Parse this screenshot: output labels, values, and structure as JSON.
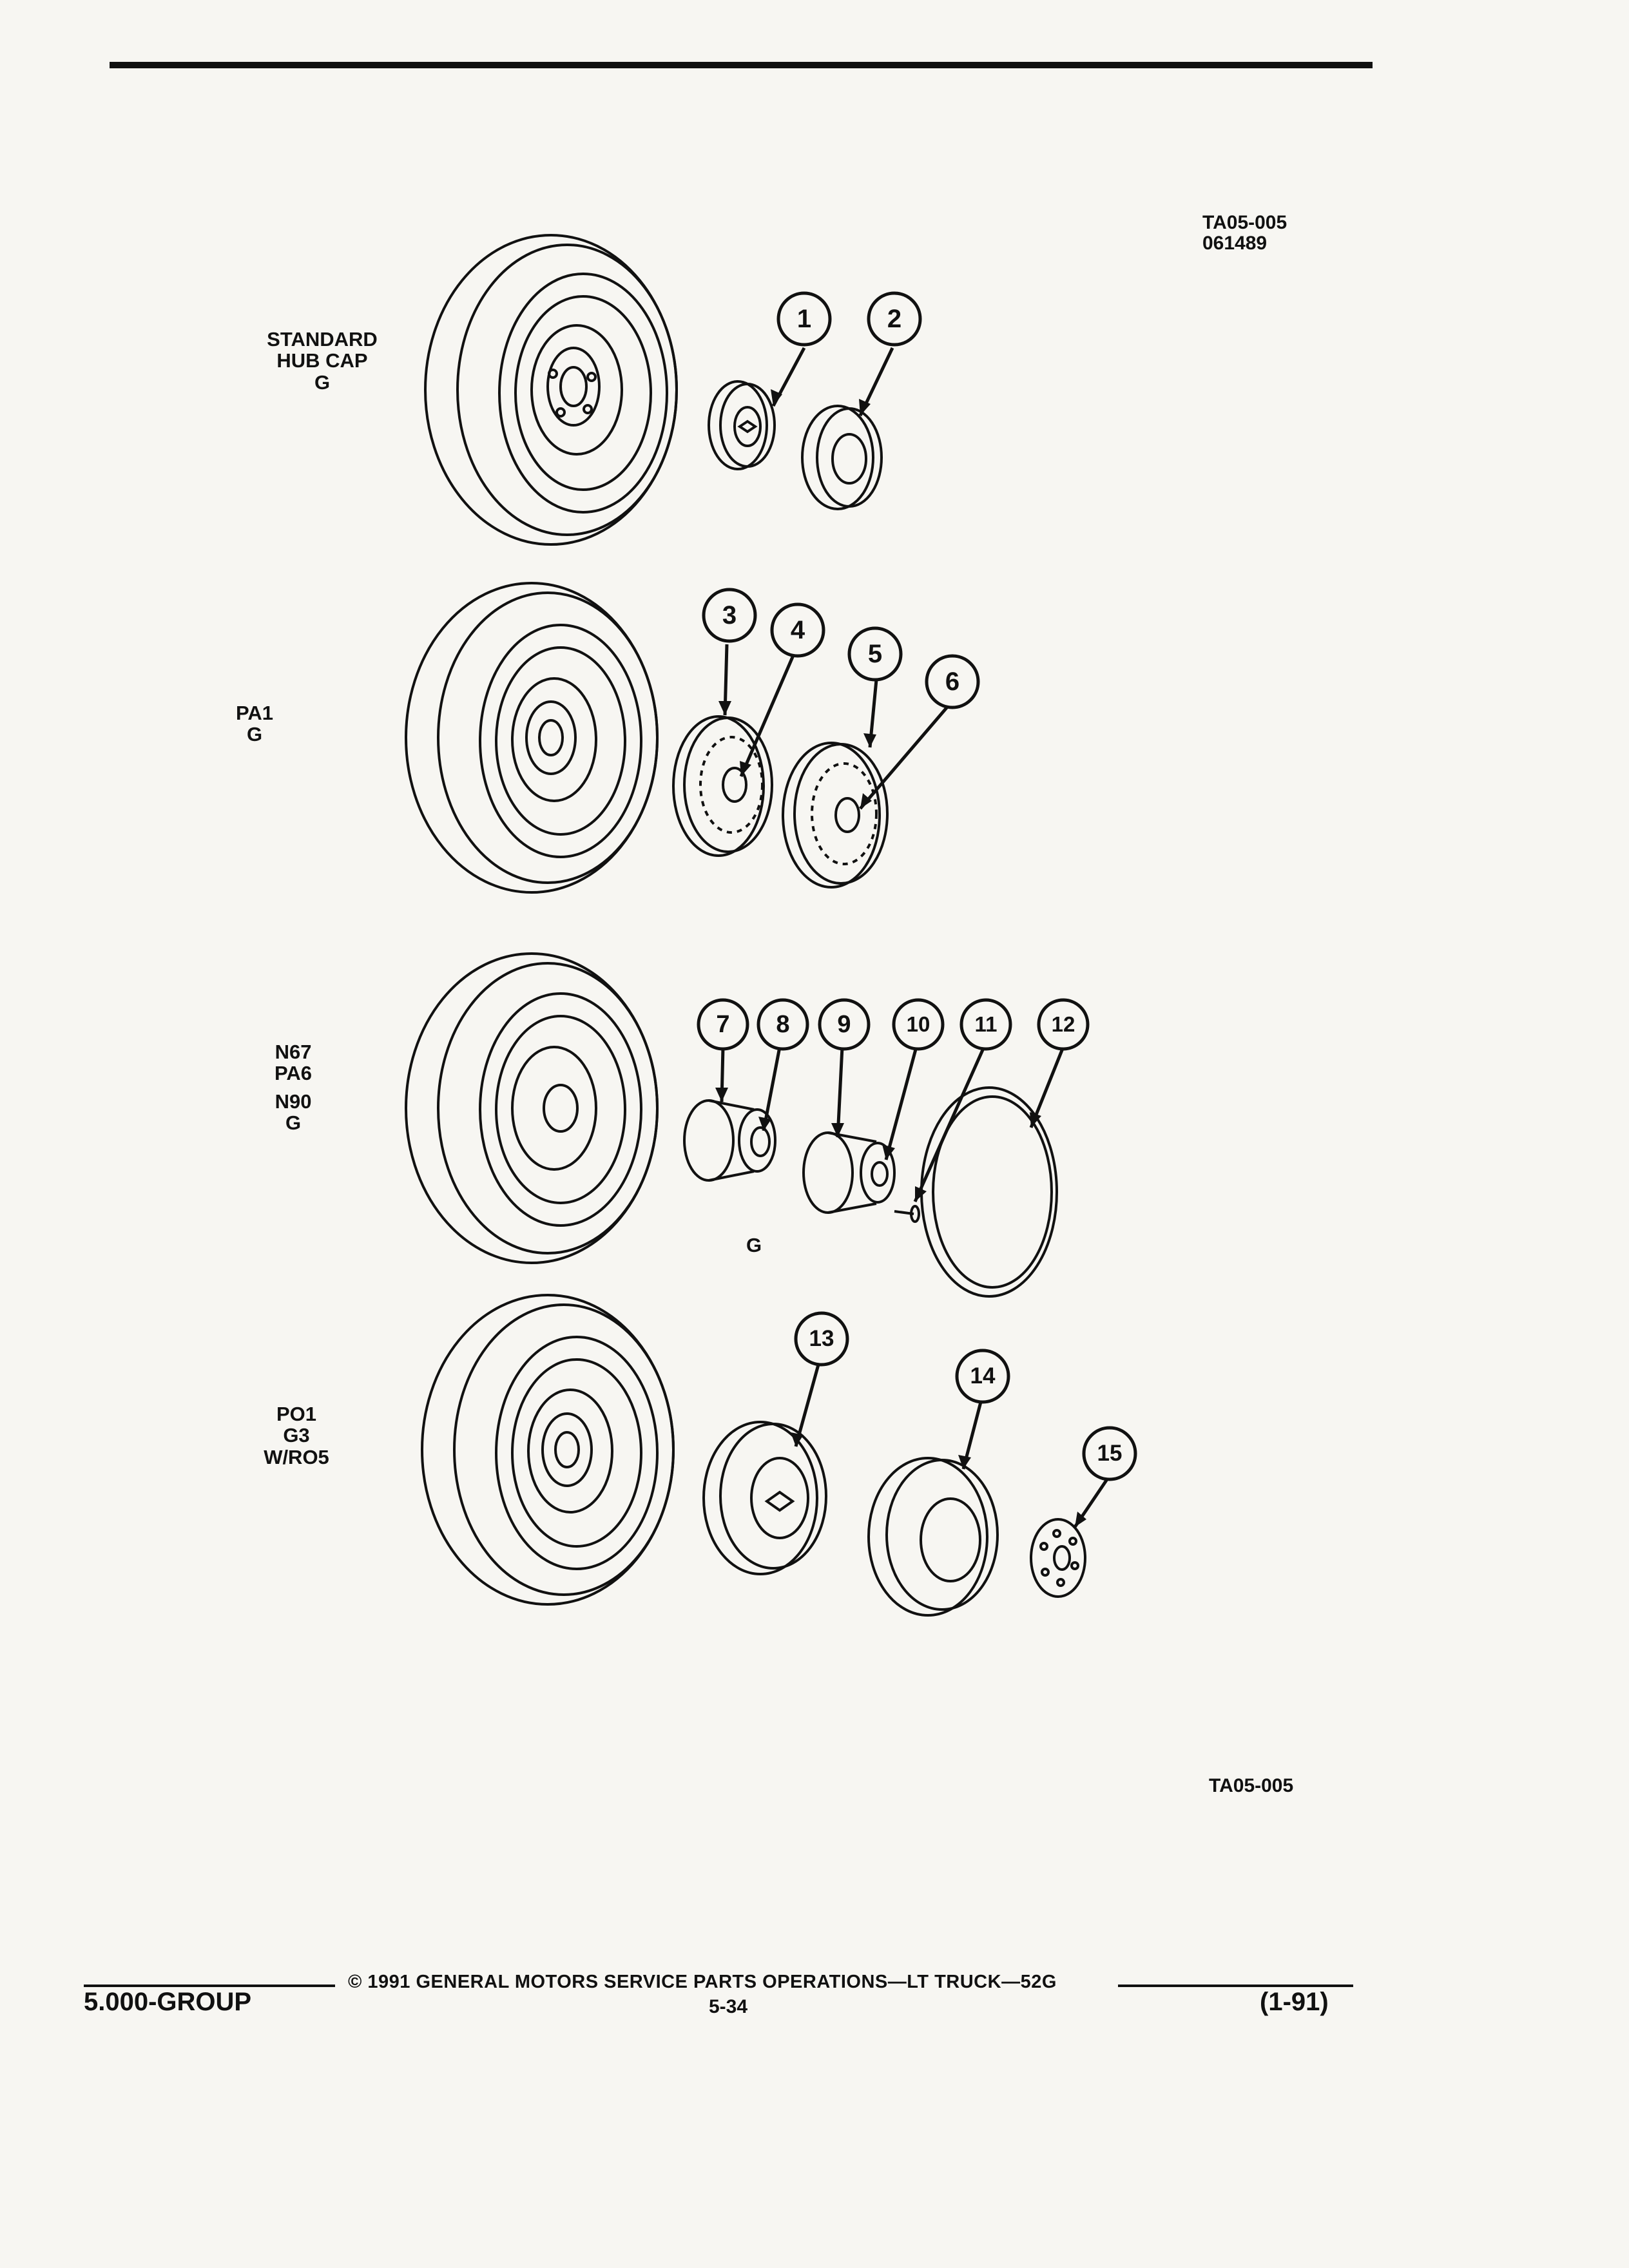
{
  "header": {
    "figure_code": "TA05-005",
    "figure_date": "061489"
  },
  "rows": [
    {
      "label_lines": [
        "STANDARD",
        "HUB CAP",
        "G"
      ],
      "callouts": [
        "1",
        "2"
      ]
    },
    {
      "label_lines": [
        "PA1",
        "G"
      ],
      "callouts": [
        "3",
        "4",
        "5",
        "6"
      ]
    },
    {
      "label_lines": [
        "N67",
        "PA6",
        "N90",
        "G"
      ],
      "callouts": [
        "7",
        "8",
        "9",
        "10",
        "11",
        "12"
      ],
      "sublabel": "G"
    },
    {
      "label_lines": [
        "PO1",
        "G3",
        "W/RO5"
      ],
      "callouts": [
        "13",
        "14",
        "15"
      ]
    }
  ],
  "footer_figure_code": "TA05-005",
  "footer": {
    "copyright": "© 1991  GENERAL MOTORS SERVICE PARTS OPERATIONS—LT TRUCK—52G",
    "group": "5.000-GROUP",
    "page": "5-34",
    "date": "(1-91)"
  }
}
